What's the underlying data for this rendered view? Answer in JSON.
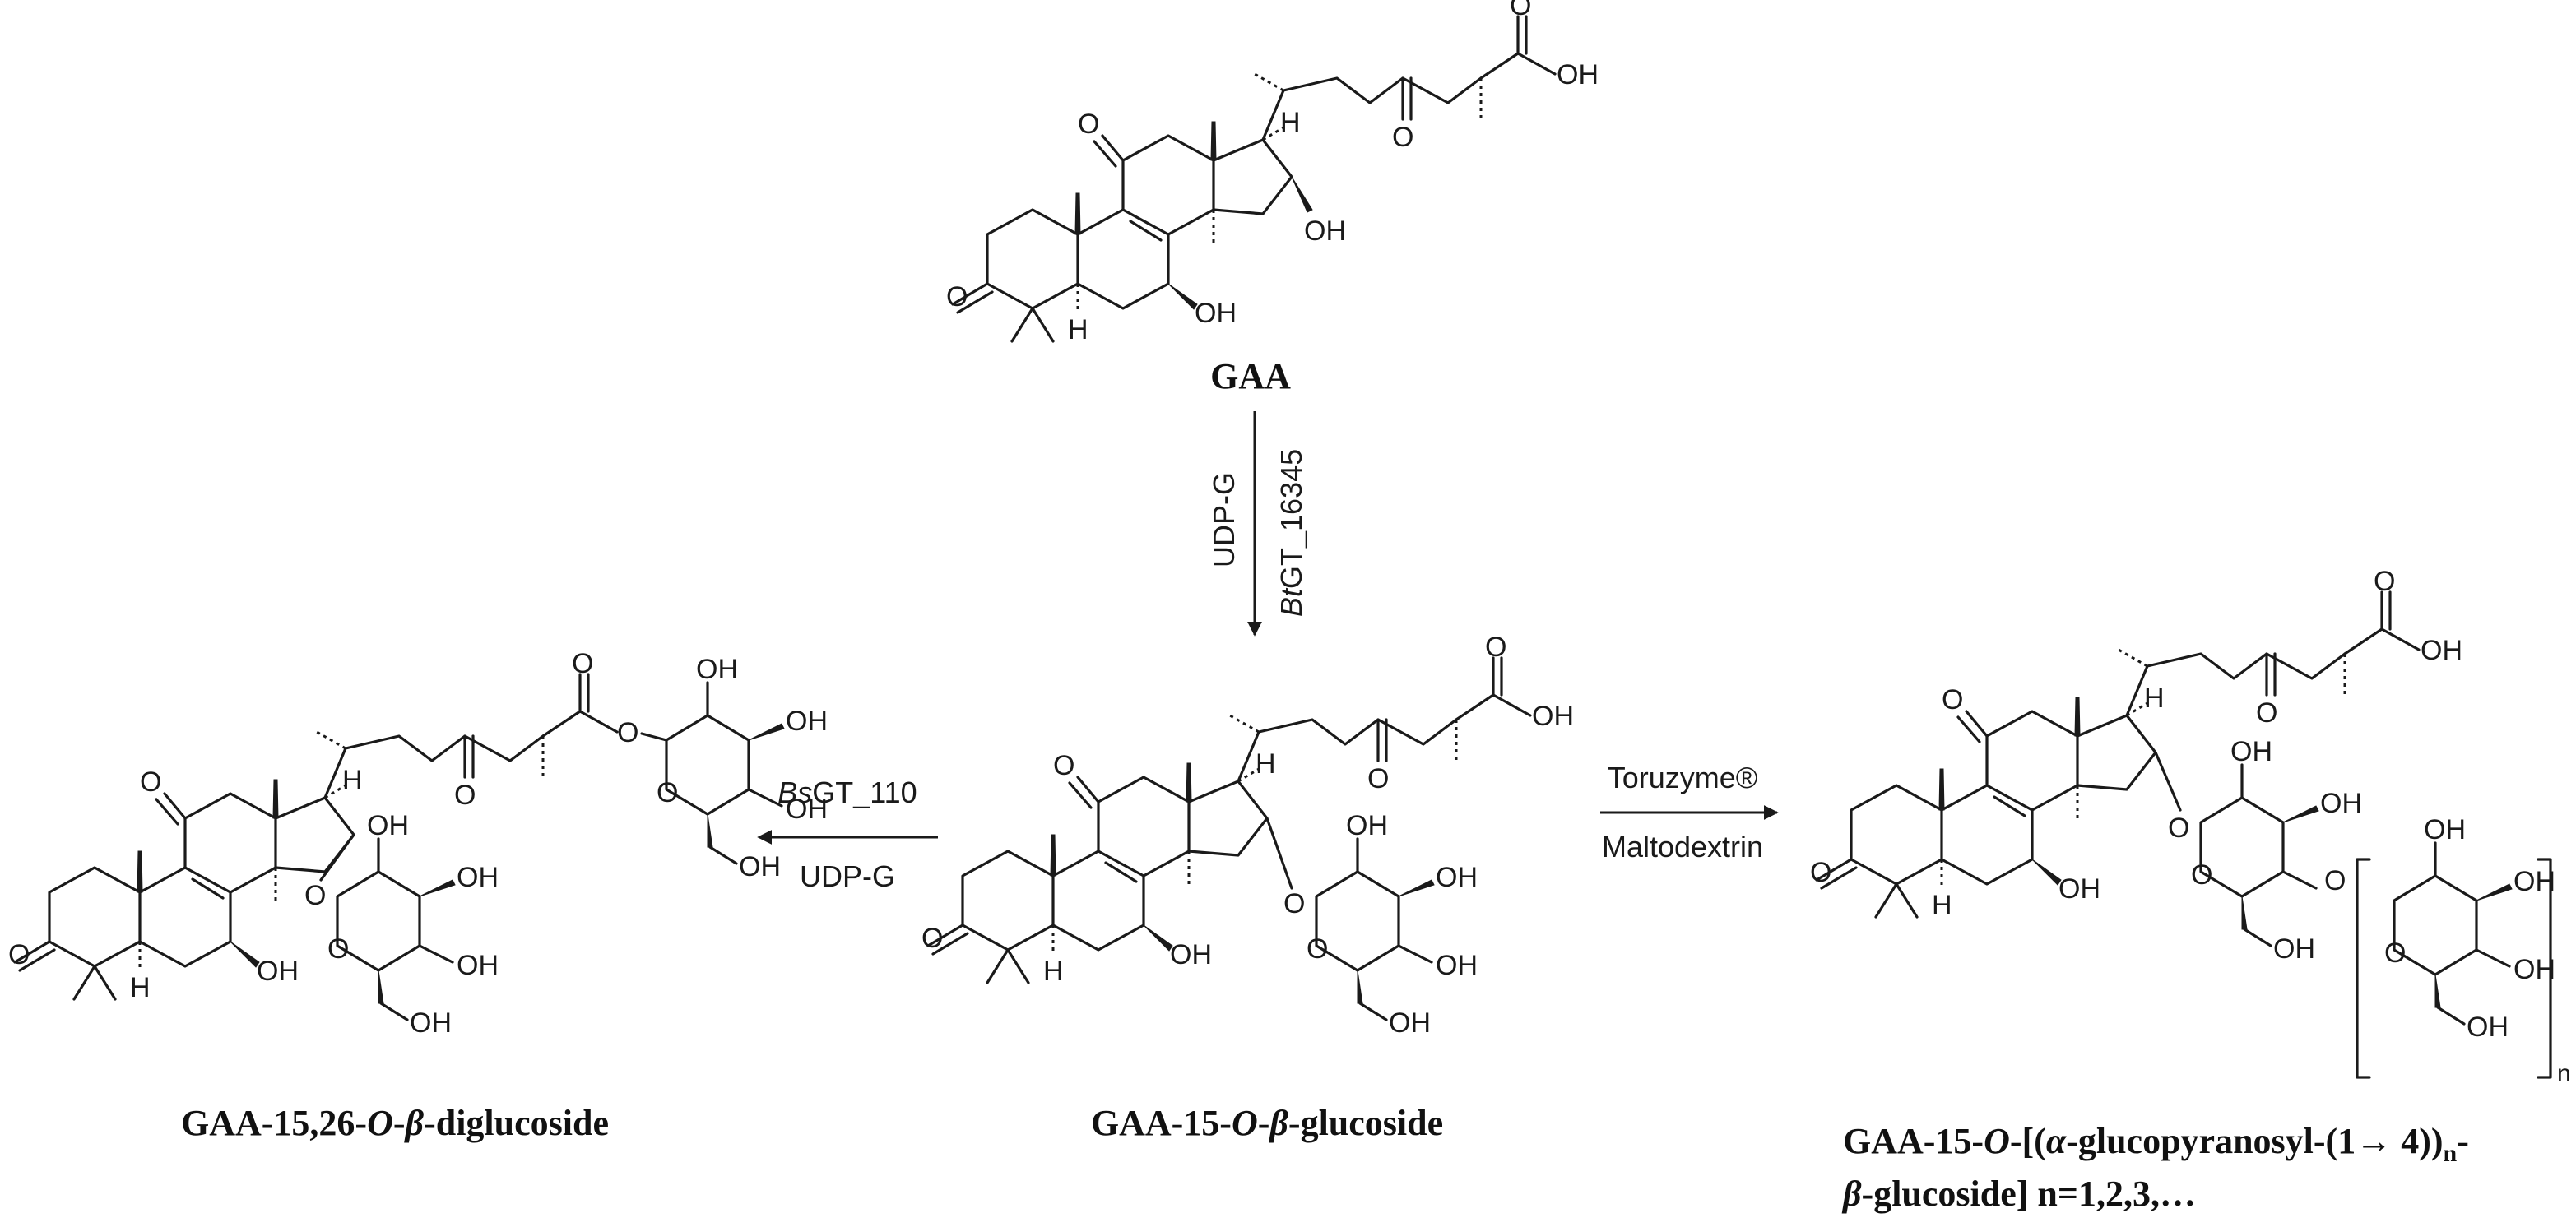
{
  "compounds": {
    "gaa": "GAA",
    "mono_prefix": "GAA-15-",
    "mono_o": "O",
    "mono_dash": "-",
    "mono_beta": "β",
    "mono_suffix": "-glucoside",
    "di_prefix": "GAA-15,26-",
    "di_o": "O",
    "di_dash": "-",
    "di_beta": "β",
    "di_suffix": "-diglucoside",
    "oligo_line1_a": "GAA-15-",
    "oligo_line1_o": "O",
    "oligo_line1_b": "-[(",
    "oligo_line1_alpha": "α",
    "oligo_line1_c": "-glucopyranosyl-(1→ 4))",
    "oligo_line1_n": "n",
    "oligo_line1_d": "-",
    "oligo_line2_beta": "β",
    "oligo_line2_rest": "-glucoside] n=1,2,3,…"
  },
  "reactions": {
    "down_donor": "UDP-G",
    "down_enzyme_italic": "Bt",
    "down_enzyme_rest": "GT_16345",
    "left_enzyme_italic": "Bs",
    "left_enzyme_rest": "GT_110",
    "left_donor": "UDP-G",
    "right_enzyme": "Toruzyme®",
    "right_substrate": "Maltodextrin"
  },
  "atoms": {
    "o": "O",
    "oh": "OH",
    "h": "H",
    "n": "n"
  }
}
